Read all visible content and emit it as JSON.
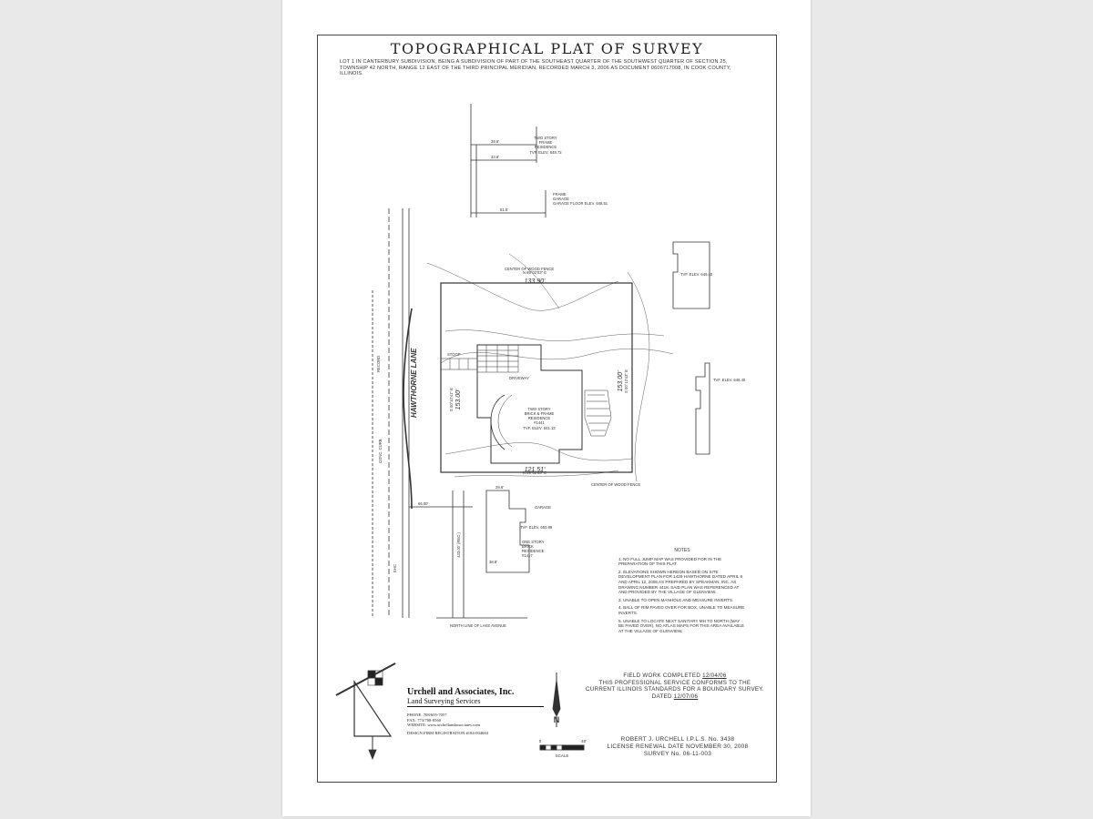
{
  "title": "TOPOGRAPHICAL PLAT OF SURVEY",
  "legal_description": "LOT 1 IN CANTERBURY SUBDIVISION, BEING A SUBDIVISION OF PART OF THE SOUTHEAST QUARTER OF THE SOUTHWEST QUARTER OF SECTION 25, TOWNSHIP 42 NORTH, RANGE 12 EAST OF THE THIRD PRINCIPAL MERIDIAN, RECORDED MARCH 3, 2006 AS DOCUMENT 0606717008, IN COOK COUNTY, ILLINOIS.",
  "plan": {
    "street": "HAWTHORNE LANE",
    "north_line": "NORTH LINE OF LAKE AVENUE",
    "residence": {
      "l1": "TWO STORY",
      "l2": "BRICK & FRAME",
      "l3": "RESIDENCE",
      "l4": "#1441",
      "l5": "TVF. ELEV. 641.13"
    },
    "north_res": {
      "l1": "TWO STORY",
      "l2": "FRAME",
      "l3": "RESIDENCE",
      "l4": "TVF. ELEV. 648.72"
    },
    "north_garage": {
      "l1": "FRAME",
      "l2": "GARAGE",
      "l3": "GARAGE FLOOR ELEV. 648.51"
    },
    "south_garage": "GARAGE",
    "south_res": {
      "l1": "TVF. ELEV. 650.89",
      "l2": "ONE STORY",
      "l3": "BRICK",
      "l4": "RESIDENCE",
      "l5": "#1417"
    },
    "east_tvf_top": "TVF. ELEV. 649.40",
    "east_tvf_mid": "TVF. ELEV. 648.40",
    "bearing_north": "N 89°02'03\" E",
    "dist_north": "133.90'",
    "bearing_south": "N 89°02'03\" E",
    "dist_south": "121.51'",
    "bearing_west": "S 00°10'41\" E",
    "dist_west": "153.00'",
    "bearing_east": "S 00°12'43\" E",
    "dist_east": "153.00'",
    "dim_a": "39.6'",
    "dim_b": "33.6'",
    "dim_c": "51.5'",
    "dim_d": "66.00'",
    "dim_e": "29.6'",
    "dim_f": "38.8'",
    "dim_g": "433.00' (REC.)",
    "curb": "CONC. CURB",
    "stoop": "STOOP",
    "driveway": "DRIVEWAY",
    "center_wood_fence_top": "CENTER OF WOOD FENCE",
    "center_wood_fence_bot": "CENTER OF WOOD FENCE",
    "rec_left": "RECORD",
    "ehc": "EHC"
  },
  "notes": {
    "heading": "NOTES",
    "items": [
      "1. NO FULL JUMP MAP WAS PROVIDED FOR IN THE PREPARATION OF THIS PLAT.",
      "2. ELEVATIONS SHOWN HEREON BASED ON SITE DEVELOPMENT PLAN FOR 1429 HAWTHORNE DATED APRIL 8 AND APRIL 12, 2006 AS PREPARED BY SPEAKMAN, INC. AS DRAWING NUMBER 4418. SAID PLAN WAS REFERENCED AT AND PROVIDED BY THE VILLAGE OF GLENVIEW.",
      "3. UNABLE TO OPEN MANHOLE AND MEASURE INVERTS.",
      "4. BALL OF RIM PAVED OVER FOR BOX, UNABLE TO MEASURE INVERTS.",
      "5. UNABLE TO LOCATE NEXT SANITARY MH TO NORTH (MAY BE PAVED OVER). NO ATLAS MAPS FOR THIS AREA AVAILABLE AT THE VILLAGE OF GLENVIEW."
    ]
  },
  "company": {
    "name": "Urchell and Associates, Inc.",
    "tagline": "Land Surveying Services",
    "phone": "PHONE: 708/605-7057",
    "fax": "FAX: 773/708-0560",
    "website": "WEBSITE: www.urchellandassociates.com",
    "registration": "DESIGN FIRM REGISTRATION #184-004684"
  },
  "certification": {
    "field_label": "FIELD WORK COMPLETED",
    "field_date": "12/04/06",
    "statement1": "THIS PROFESSIONAL SERVICE CONFORMS TO THE",
    "statement2": "CURRENT ILLINOIS STANDARDS FOR A BOUNDARY SURVEY.",
    "dated_label": "DATED",
    "dated": "12/07/06",
    "surveyor": "ROBERT J. URCHELL   I.P.L.S. No. 3438",
    "license": "LICENSE RENEWAL DATE NOVEMBER 30, 2008",
    "survey_no": "SURVEY No. 06-11-003"
  },
  "scale": {
    "label": "SCALE",
    "zero": "0",
    "end": "40'"
  },
  "north_label": "N"
}
